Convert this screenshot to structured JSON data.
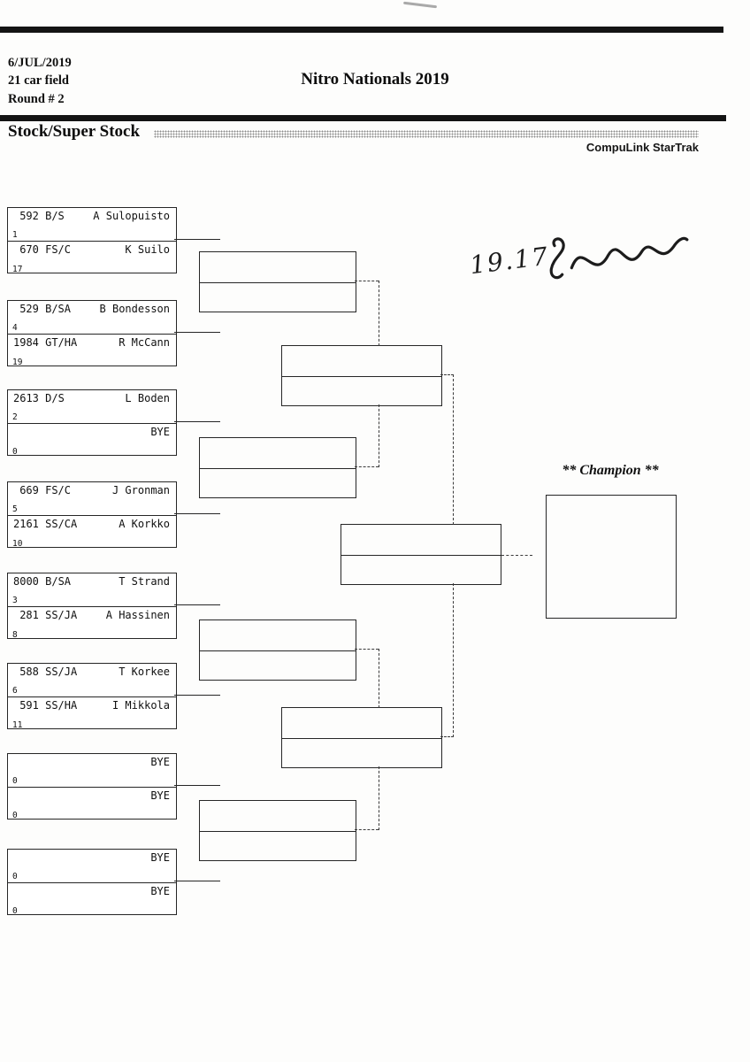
{
  "header": {
    "date": "6/JUL/2019",
    "field_size": "21 car field",
    "round": "Round # 2",
    "title": "Nitro Nationals 2019",
    "class_heading": "Stock/Super Stock",
    "timing_system": "CompuLink StarTrak"
  },
  "bracket": {
    "champion_label": "** Champion **",
    "pairs": [
      {
        "top": {
          "car": "592",
          "cls": "B/S",
          "driver": "A Sulopuisto",
          "seed": "1"
        },
        "bottom": {
          "car": "670",
          "cls": "FS/C",
          "driver": "K Suilo",
          "seed": "17"
        }
      },
      {
        "top": {
          "car": "529",
          "cls": "B/SA",
          "driver": "B Bondesson",
          "seed": "4"
        },
        "bottom": {
          "car": "1984",
          "cls": "GT/HA",
          "driver": "R McCann",
          "seed": "19"
        }
      },
      {
        "top": {
          "car": "2613",
          "cls": "D/S",
          "driver": "L Boden",
          "seed": "2"
        },
        "bottom": {
          "car": "",
          "cls": "",
          "driver": "BYE",
          "seed": "0"
        }
      },
      {
        "top": {
          "car": "669",
          "cls": "FS/C",
          "driver": "J Gronman",
          "seed": "5"
        },
        "bottom": {
          "car": "2161",
          "cls": "SS/CA",
          "driver": "A Korkko",
          "seed": "10"
        }
      },
      {
        "top": {
          "car": "8000",
          "cls": "B/SA",
          "driver": "T Strand",
          "seed": "3"
        },
        "bottom": {
          "car": "281",
          "cls": "SS/JA",
          "driver": "A Hassinen",
          "seed": "8"
        }
      },
      {
        "top": {
          "car": "588",
          "cls": "SS/JA",
          "driver": "T Korkee",
          "seed": "6"
        },
        "bottom": {
          "car": "591",
          "cls": "SS/HA",
          "driver": "I Mikkola",
          "seed": "11"
        }
      },
      {
        "top": {
          "car": "",
          "cls": "",
          "driver": "BYE",
          "seed": "0"
        },
        "bottom": {
          "car": "",
          "cls": "",
          "driver": "BYE",
          "seed": "0"
        }
      },
      {
        "top": {
          "car": "",
          "cls": "",
          "driver": "BYE",
          "seed": "0"
        },
        "bottom": {
          "car": "",
          "cls": "",
          "driver": "BYE",
          "seed": "0"
        }
      }
    ]
  },
  "handwriting": {
    "time": "19.17"
  }
}
